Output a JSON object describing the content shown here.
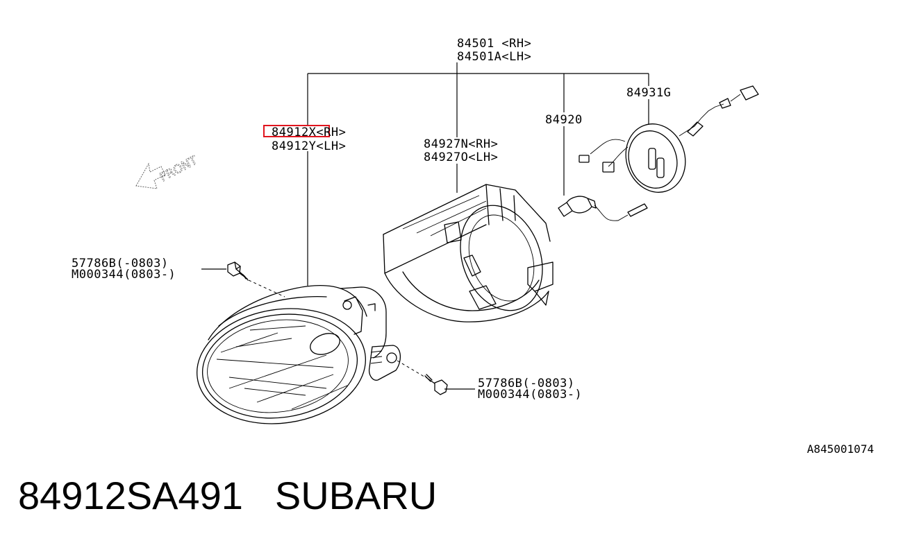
{
  "labels": {
    "assembly_rh": "84501 <RH>",
    "assembly_lh": "84501A<LH>",
    "lamp_rh": "84912X<RH>",
    "lamp_lh": "84912Y<LH>",
    "bracket_rh": "84927N<RH>",
    "bracket_lh": "84927O<LH>",
    "bulb": "84920",
    "harness": "84931G",
    "bolt_left_1": "57786B(-0803)",
    "bolt_left_2": "M000344(0803-)",
    "bolt_right_1": "57786B(-0803)",
    "bolt_right_2": "M000344(0803-)",
    "front": "FRONT",
    "diagram_code": "A845001074"
  },
  "highlight": {
    "part": "84912X",
    "color": "#e0141e"
  },
  "caption": {
    "part_number": "84912SA491",
    "brand": "SUBARU"
  },
  "icons": {
    "front_arrow": "front-arrow-icon"
  }
}
